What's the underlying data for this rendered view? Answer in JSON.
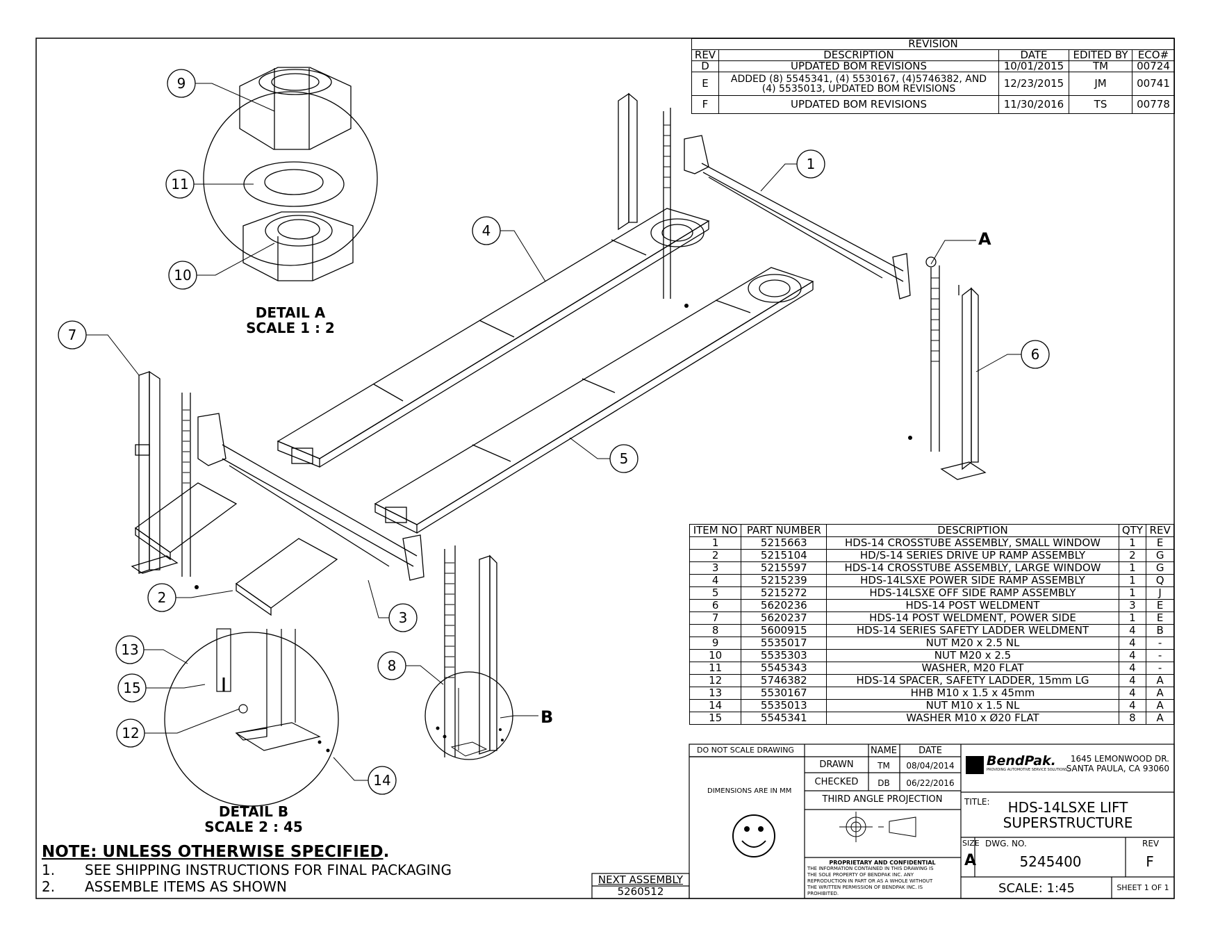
{
  "revision": {
    "title": "REVISION",
    "headers": [
      "REV",
      "DESCRIPTION",
      "DATE",
      "EDITED BY",
      "ECO#"
    ],
    "rows": [
      {
        "rev": "D",
        "description": "UPDATED BOM REVISIONS",
        "date": "10/01/2015",
        "edited_by": "TM",
        "eco": "00724"
      },
      {
        "rev": "E",
        "description": "ADDED (8) 5545341, (4) 5530167, (4)5746382, AND (4) 5535013, UPDATED BOM REVISIONS",
        "date": "12/23/2015",
        "edited_by": "JM",
        "eco": "00741"
      },
      {
        "rev": "F",
        "description": "UPDATED BOM REVISIONS",
        "date": "11/30/2016",
        "edited_by": "TS",
        "eco": "00778"
      }
    ]
  },
  "bom": {
    "headers": [
      "ITEM NO",
      "PART NUMBER",
      "DESCRIPTION",
      "QTY",
      "REV"
    ],
    "rows": [
      [
        "1",
        "5215663",
        "HDS-14 CROSSTUBE ASSEMBLY, SMALL WINDOW",
        "1",
        "E"
      ],
      [
        "2",
        "5215104",
        "HD/S-14 SERIES DRIVE UP RAMP ASSEMBLY",
        "2",
        "G"
      ],
      [
        "3",
        "5215597",
        "HDS-14 CROSSTUBE ASSEMBLY, LARGE WINDOW",
        "1",
        "G"
      ],
      [
        "4",
        "5215239",
        "HDS-14LSXE POWER SIDE RAMP ASSEMBLY",
        "1",
        "Q"
      ],
      [
        "5",
        "5215272",
        "HDS-14LSXE OFF SIDE RAMP ASSEMBLY",
        "1",
        "J"
      ],
      [
        "6",
        "5620236",
        "HDS-14 POST WELDMENT",
        "3",
        "E"
      ],
      [
        "7",
        "5620237",
        "HDS-14 POST WELDMENT, POWER SIDE",
        "1",
        "E"
      ],
      [
        "8",
        "5600915",
        "HDS-14 SERIES SAFETY LADDER WELDMENT",
        "4",
        "B"
      ],
      [
        "9",
        "5535017",
        "NUT M20 x 2.5 NL",
        "4",
        "-"
      ],
      [
        "10",
        "5535303",
        "NUT M20 x 2.5",
        "4",
        "-"
      ],
      [
        "11",
        "5545343",
        "WASHER, M20 FLAT",
        "4",
        "-"
      ],
      [
        "12",
        "5746382",
        "HDS-14 SPACER, SAFETY LADDER, 15mm LG",
        "4",
        "A"
      ],
      [
        "13",
        "5530167",
        "HHB M10 x 1.5 x 45mm",
        "4",
        "A"
      ],
      [
        "14",
        "5535013",
        "NUT M10 x 1.5 NL",
        "4",
        "A"
      ],
      [
        "15",
        "5545341",
        "WASHER M10 x Ø20 FLAT",
        "8",
        "A"
      ]
    ]
  },
  "balloons": [
    "1",
    "2",
    "3",
    "4",
    "5",
    "6",
    "7",
    "8",
    "9",
    "10",
    "11",
    "12",
    "13",
    "14",
    "15"
  ],
  "detail_callouts": [
    "A",
    "B"
  ],
  "detail_a": {
    "title": "DETAIL A",
    "scale": "SCALE 1 : 2"
  },
  "detail_b": {
    "title": "DETAIL B",
    "scale": "SCALE 2 : 45"
  },
  "notes": {
    "heading": "NOTE: UNLESS OTHERWISE SPECIFIED",
    "heading_suffix": ".",
    "items": [
      {
        "num": "1.",
        "text": "SEE SHIPPING INSTRUCTIONS FOR FINAL PACKAGING"
      },
      {
        "num": "2.",
        "text": "ASSEMBLE ITEMS AS SHOWN"
      }
    ]
  },
  "next_assembly": {
    "label": "NEXT ASSEMBLY",
    "value": "5260512"
  },
  "title_block": {
    "do_not_scale": "DO NOT SCALE DRAWING",
    "dimensions": "DIMENSIONS ARE IN MM",
    "name_header": "NAME",
    "date_header": "DATE",
    "drawn_label": "DRAWN",
    "drawn_name": "TM",
    "drawn_date": "08/04/2014",
    "checked_label": "CHECKED",
    "checked_name": "DB",
    "checked_date": "06/22/2016",
    "projection": "THIRD ANGLE PROJECTION",
    "proprietary_title": "PROPRIETARY AND CONFIDENTIAL",
    "proprietary_lines": [
      "THE INFORMATION CONTAINED IN THIS DRAWING IS",
      "THE SOLE PROPERTY OF BENDPAK INC. ANY",
      "REPRODUCTION IN PART OR AS A WHOLE WITHOUT",
      "THE WRITTEN PERMISSION OF BENDPAK INC. IS",
      "PROHIBITED."
    ],
    "company_logo_text": "BendPak.",
    "company_tagline": "PROVIDING AUTOMOTIVE SERVICE SOLUTIONS",
    "address_line1": "1645 LEMONWOOD DR.",
    "address_line2": "SANTA PAULA, CA 93060",
    "title_label": "TITLE:",
    "title_line1": "HDS-14LSXE LIFT",
    "title_line2": "SUPERSTRUCTURE",
    "size_label": "SIZE",
    "size_value": "A",
    "dwg_label": "DWG.  NO.",
    "dwg_value": "5245400",
    "rev_label": "REV",
    "rev_value": "F",
    "scale": "SCALE: 1:45",
    "sheet": "SHEET 1 OF 1"
  }
}
